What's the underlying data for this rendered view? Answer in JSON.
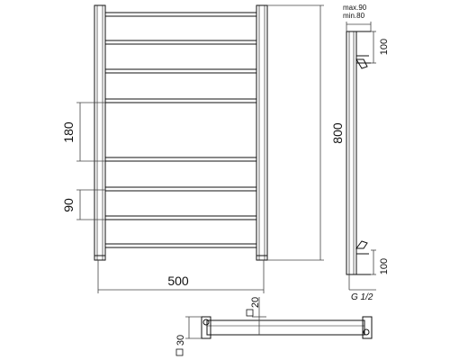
{
  "dimensions": {
    "width": "500",
    "height": "800",
    "rail_spacing_large": "180",
    "rail_spacing_small": "90",
    "side_max": "max.90",
    "side_min": "min.80",
    "valve_offset_top": "100",
    "valve_offset_bottom": "100",
    "thread": "G 1/2",
    "profile_square": "20",
    "post_square": "30"
  },
  "colors": {
    "line": "#111111",
    "dimension_line": "#444444"
  },
  "rails": {
    "count": 8
  }
}
